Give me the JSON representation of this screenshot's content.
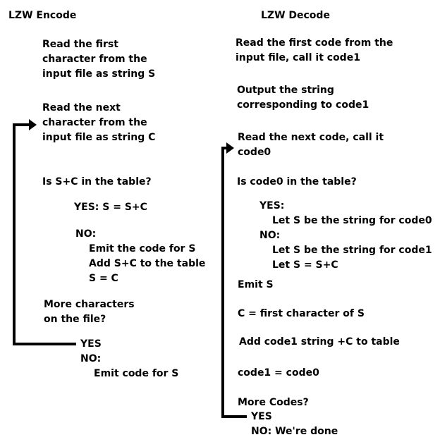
{
  "encode": {
    "title": "LZW Encode",
    "read_first": [
      "Read the first",
      "character from the",
      "input file as string S"
    ],
    "read_next": [
      "Read the next",
      "character from the",
      "input file as string C"
    ],
    "question": "Is  S+C in the table?",
    "yes_line": "YES: S = S+C",
    "no_label": "NO:",
    "no_steps": [
      "Emit the code for S",
      "Add S+C to the table",
      "S = C"
    ],
    "more": [
      "More characters",
      "on the file?"
    ],
    "yes": "YES",
    "no": "NO:",
    "emit_final": "Emit code for S"
  },
  "decode": {
    "title": "LZW Decode",
    "read_first": [
      "Read the first code from the",
      "input file, call it code1"
    ],
    "output": [
      "Output the string",
      "corresponding to code1"
    ],
    "read_next": [
      "Read the next code, call it",
      "code0"
    ],
    "question": "Is  code0  in the table?",
    "yes_label": "YES:",
    "yes_step": "Let S be the string for code0",
    "no_label": "NO:",
    "no_steps": [
      "Let S be the string for code1",
      "Let S = S+C"
    ],
    "emit": "Emit S",
    "c_assign": "C = first character of S",
    "add": "Add code1 string +C to table",
    "code_assign": "code1 = code0",
    "more": "More Codes?",
    "yes": "YES",
    "done": "NO: We're done"
  },
  "colors": {
    "text": "#000000",
    "arrow": "#000000",
    "background": "#ffffff"
  }
}
